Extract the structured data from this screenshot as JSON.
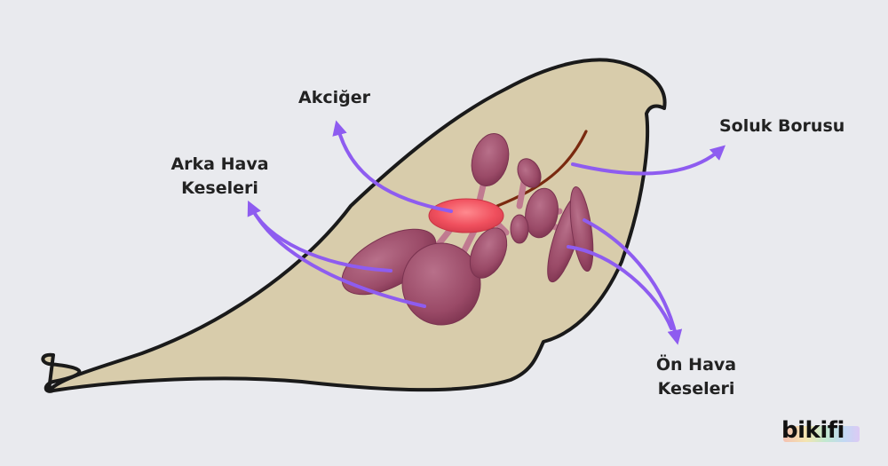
{
  "labels": {
    "lung": "Akciğer",
    "trachea": "Soluk Borusu",
    "posterior_line1": "Arka Hava",
    "posterior_line2": "Keseleri",
    "anterior_line1": "Ön Hava",
    "anterior_line2": "Keseleri"
  },
  "brand": {
    "name": "bikifi"
  },
  "colors": {
    "background": "#e9eaee",
    "bird_body": "#d8ccab",
    "outline": "#1a1a1a",
    "air_sac": "#9b4966",
    "lung": "#f0505e",
    "arrow": "#8e5cf0",
    "trachea": "#7a2a10"
  }
}
